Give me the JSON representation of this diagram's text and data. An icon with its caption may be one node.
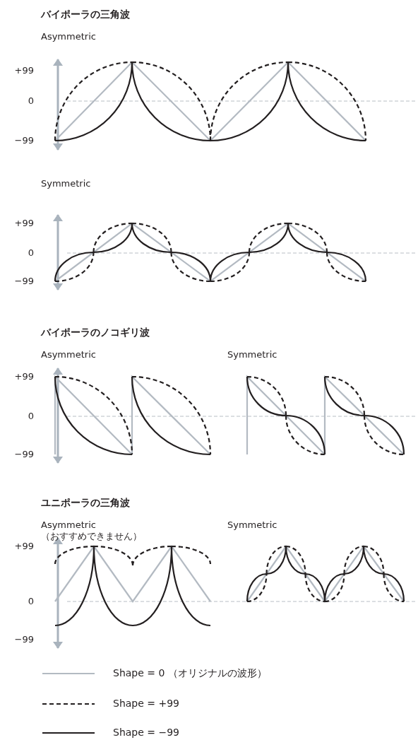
{
  "diagram": {
    "labels": [
      "バイポーラの三角波",
      "Asymmetric",
      "+99",
      "0",
      "−99",
      "Symmetric",
      "+99",
      "0",
      "−99",
      "バイポーラのノコギリ波",
      "Asymmetric",
      "Symmetric",
      "+99",
      "0",
      "−99",
      "ユニポーラの三角波",
      "Asymmetric",
      "（おすすめできません）",
      "Symmetric",
      "+99",
      "0",
      "−99"
    ],
    "legend": [
      {
        "text": "Shape = 0 （オリジナルの波形）"
      },
      {
        "text": "Shape = +99"
      },
      {
        "text": "Shape = −99"
      }
    ]
  }
}
